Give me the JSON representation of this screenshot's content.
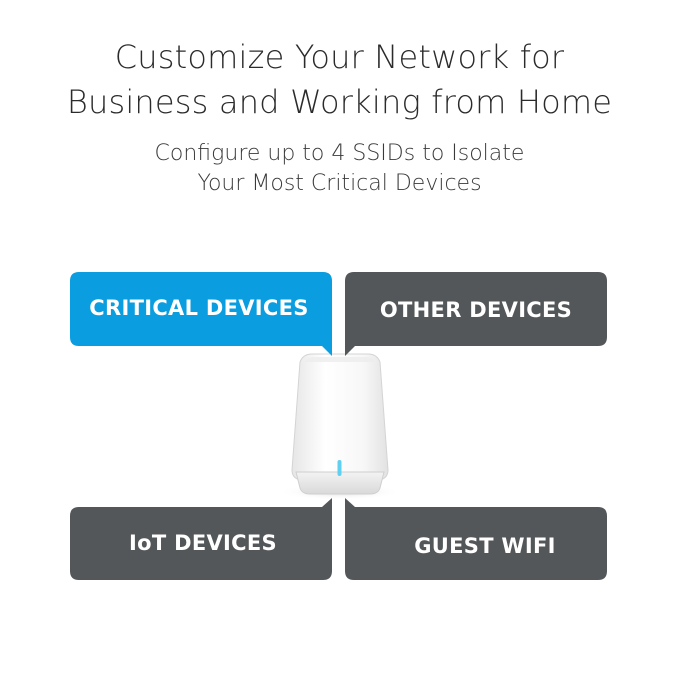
{
  "heading": {
    "line1": "Customize Your Network for",
    "line2": "Business and Working from Home"
  },
  "subheading": {
    "line1": "Configure up to 4 SSIDs to Isolate",
    "line2": "Your Most Critical Devices"
  },
  "tags": {
    "critical": "CRITICAL DEVICES",
    "other": "OTHER DEVICES",
    "iot": "IoT DEVICES",
    "guest": "GUEST WIFI"
  },
  "colors": {
    "critical": "#0a9de0",
    "neutral": "#545759",
    "router_body": "#f4f4f4",
    "router_led": "#5fd0f0"
  }
}
